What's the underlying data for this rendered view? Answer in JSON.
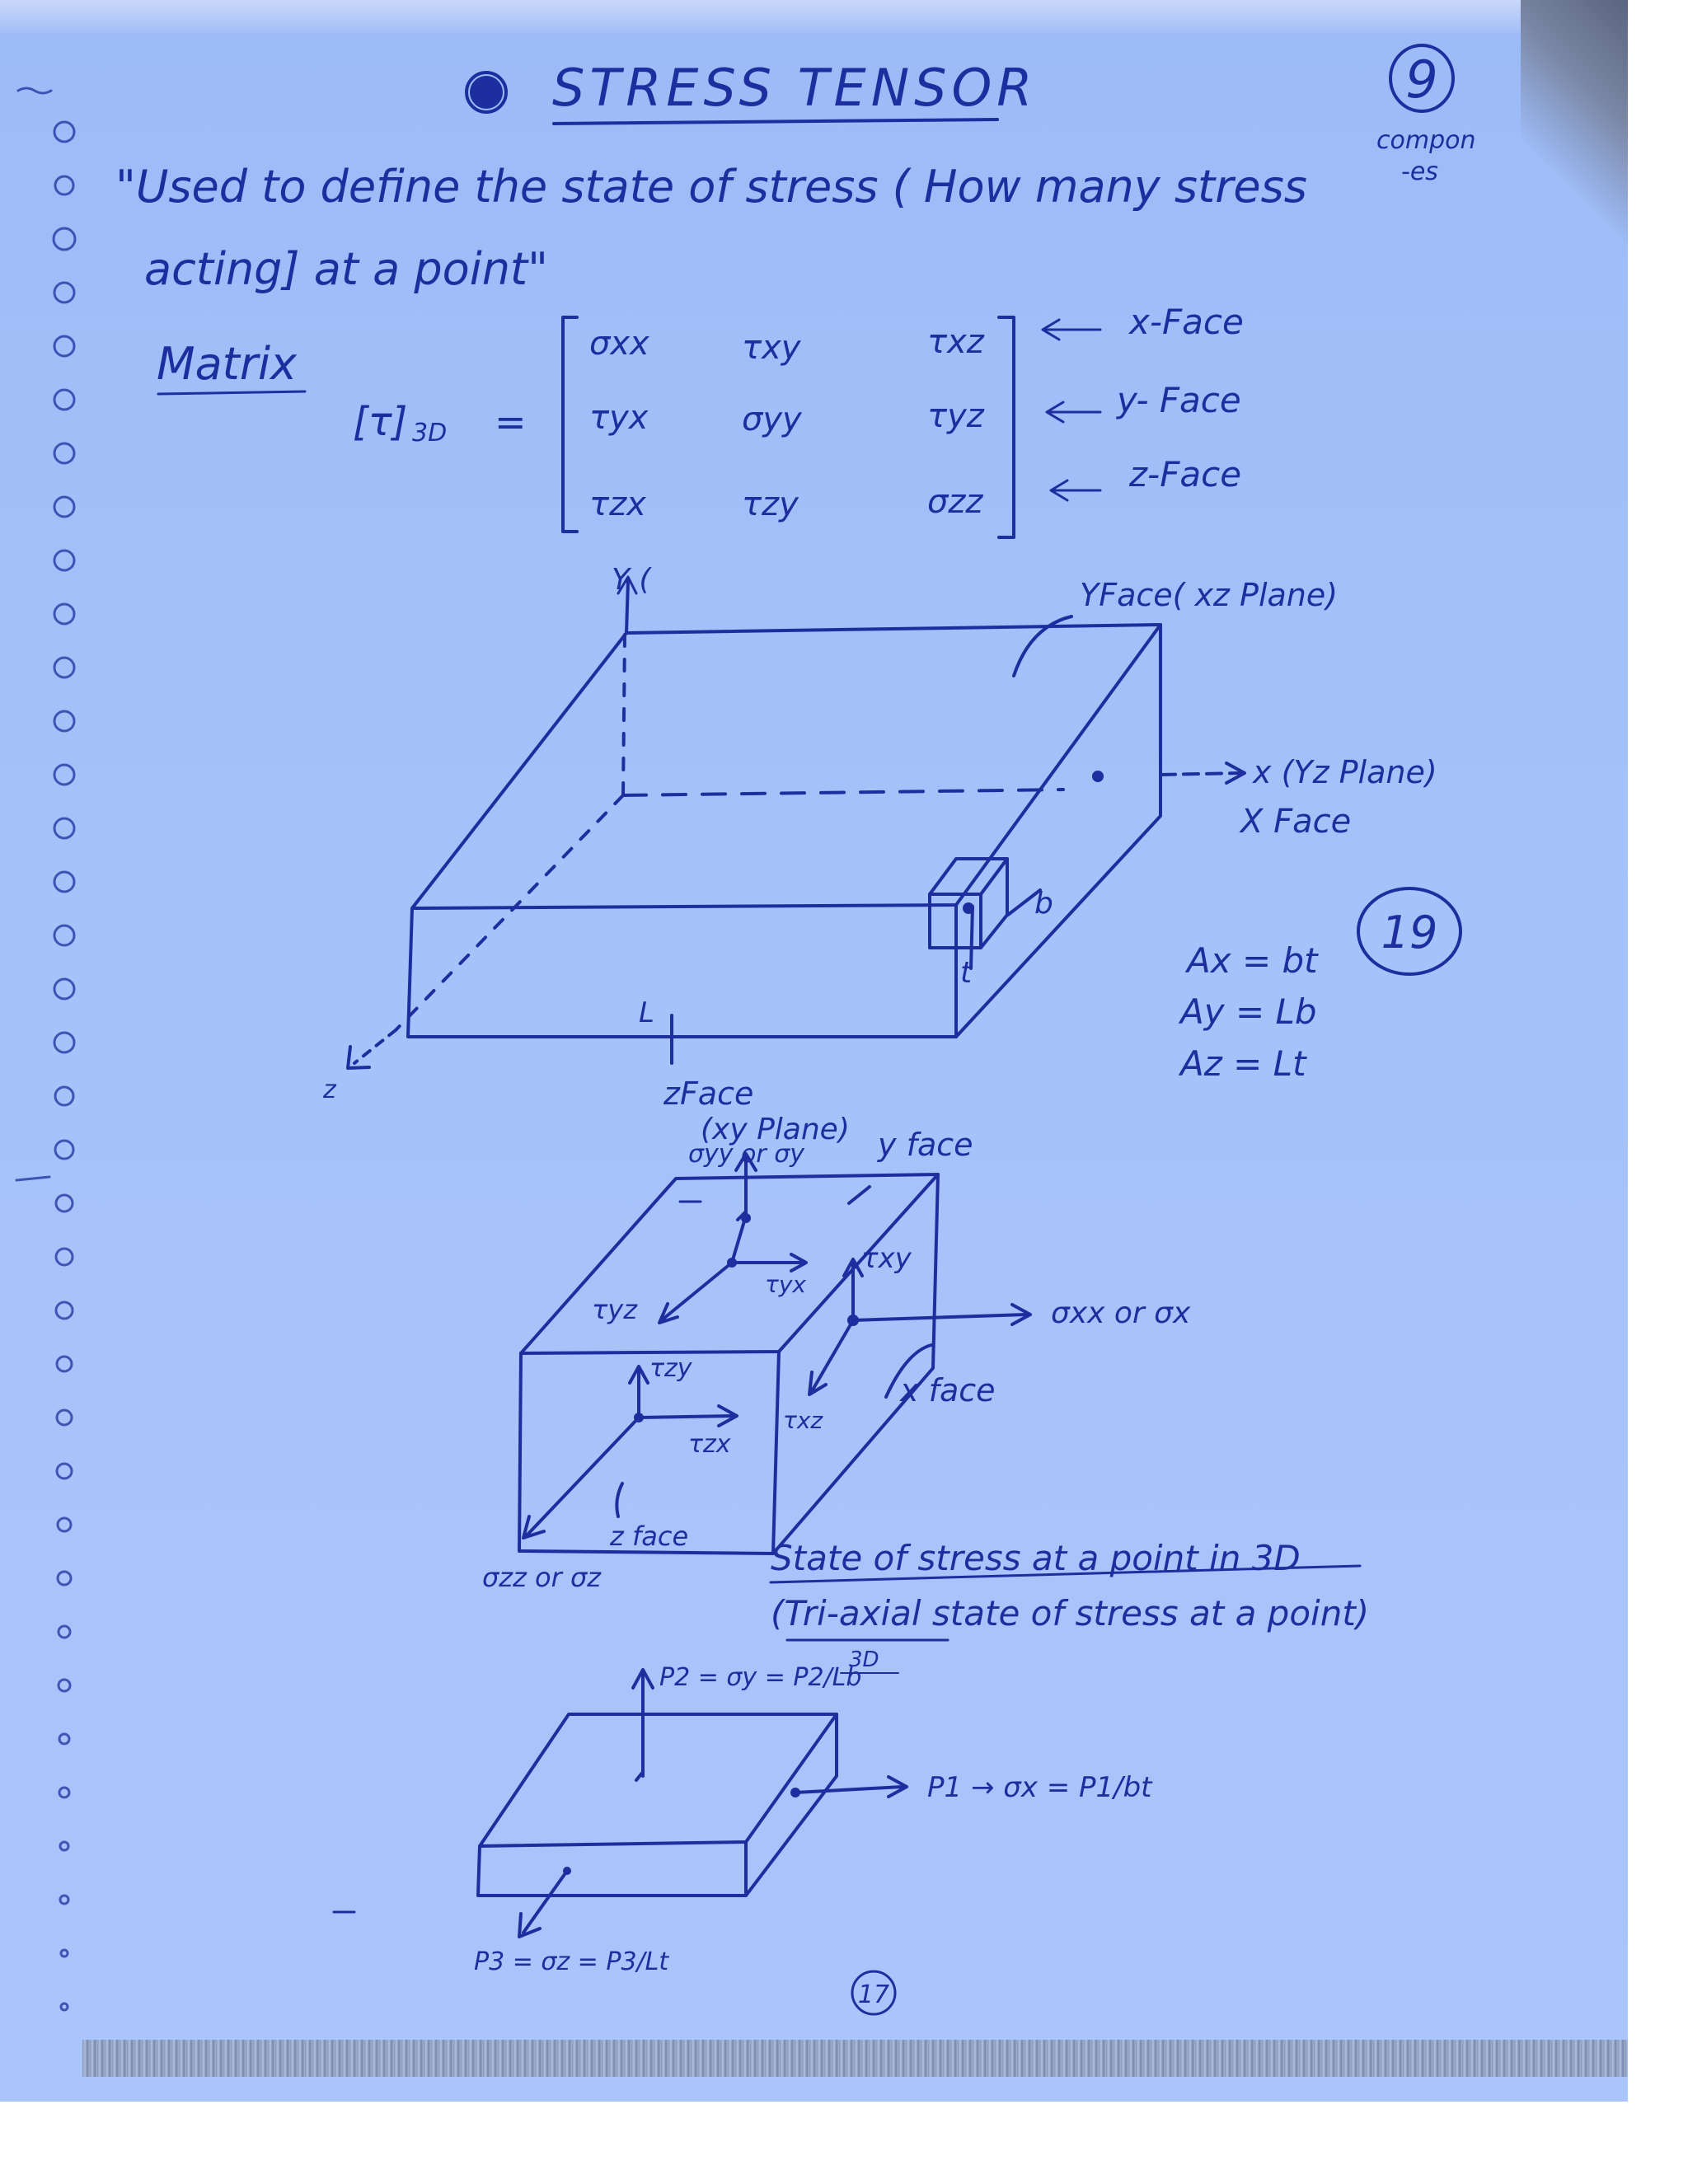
{
  "page": {
    "title": "STRESS TENSOR",
    "page_number": "9",
    "definition_line1": "\"Used to define the state of stress ( How many stress",
    "definition_compon": "compon",
    "definition_suffix": "-es",
    "definition_line2": "acting] at a point\"",
    "circled_number": "19",
    "bottom_circled_number": "17"
  },
  "matrix": {
    "heading": "Matrix",
    "lhs": "[τ]",
    "lhs_sub": "3D",
    "equals": "=",
    "rows": [
      [
        "σxx",
        "τxy",
        "τxz"
      ],
      [
        "τyx",
        "σyy",
        "τyz"
      ],
      [
        "τzx",
        "τzy",
        "σzz"
      ]
    ],
    "face_labels": [
      "x-Face",
      "y- Face",
      "z-Face"
    ]
  },
  "box_diagram": {
    "y_axis": "Y (",
    "x_axis": "x (Yz Plane)",
    "x_face": "X Face",
    "y_face": "YFace( xz Plane)",
    "z_axis": "z",
    "z_face": "zFace",
    "z_face_plane": "(xy Plane)",
    "length": "L",
    "thickness": "t",
    "breadth": "b",
    "areas": [
      "Ax = bt",
      "Ay = Lb",
      "Az = Lt"
    ]
  },
  "element_diagram": {
    "top_label": "σyy or σy",
    "y_face": "y face",
    "tyz": "τyz",
    "tyx": "τyx",
    "txy": "τxy",
    "sigma_x": "σxx or σx",
    "tzy": "τzy",
    "tzx": "τzx",
    "txz": "τxz",
    "x_face": "x face",
    "z_face": "z face",
    "sigma_z": "σzz or σz"
  },
  "caption": {
    "line1": "State of stress at a point in 3D",
    "line2": "(Tri-axial state of stress at a point)",
    "sub": "3D"
  },
  "loading_diagram": {
    "p2": "P2 = σy = P2/Lb",
    "p1": "P1 → σx = P1/bt",
    "p3": "P3 = σz = P3/Lt"
  }
}
